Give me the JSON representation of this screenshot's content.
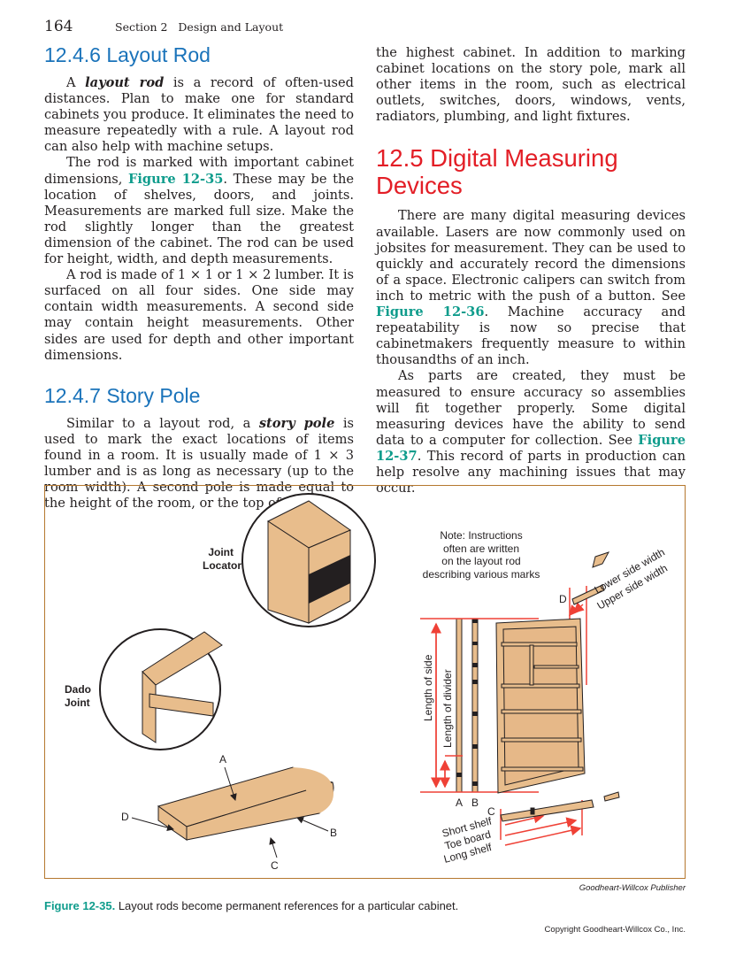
{
  "header": {
    "page_number": "164",
    "section": "Section 2   Design and Layout"
  },
  "left_column": [
    {
      "type": "heading",
      "text": "12.4.6 Layout Rod"
    },
    {
      "type": "para",
      "runs": [
        [
          "A ",
          ""
        ],
        [
          "layout rod",
          "term"
        ],
        [
          " is a record of often-used distances. Plan to make one for standard cabinets you produce. It eliminates the need to measure repeatedly with a rule. A layout rod can also help with machine setups.",
          ""
        ]
      ]
    },
    {
      "type": "para",
      "runs": [
        [
          "The rod is marked with important cabinet dimensions, ",
          ""
        ],
        [
          "Figure 12-35",
          "ref"
        ],
        [
          ". These may be the location of shelves, doors, and joints. Measurements are marked full size. Make the rod slightly longer than the greatest dimension of the cabinet. The rod can be used for height, width, and depth measurements.",
          ""
        ]
      ]
    },
    {
      "type": "para",
      "runs": [
        [
          "A rod is made of 1 × 1 or 1 × 2 lumber. It is surfaced on all four sides. One side may contain width measurements. A second side may contain height measurements. Other sides are used for depth and other important dimensions.",
          ""
        ]
      ]
    },
    {
      "type": "heading",
      "text": "12.4.7 Story Pole"
    },
    {
      "type": "para",
      "runs": [
        [
          "Similar to a layout rod, a ",
          ""
        ],
        [
          "story pole",
          "term"
        ],
        [
          " is used to mark the exact locations of items found in a room. It is usually made of 1 × 3 lumber and is as long as necessary (up to the room width). A second pole is made equal to the height of the room, or the top of",
          ""
        ]
      ]
    }
  ],
  "right_column": [
    {
      "type": "cont",
      "runs": [
        [
          "the highest cabinet. In addition to marking cabinet locations on the story pole, mark all other items in the room, such as electrical outlets, switches, doors, windows, vents, radiators, plumbing, and light fixtures.",
          ""
        ]
      ]
    },
    {
      "type": "major",
      "text": "12.5 Digital Measuring Devices"
    },
    {
      "type": "para",
      "runs": [
        [
          "There are many digital measuring devices available. Lasers are now commonly used on jobsites for measurement. They can be used to quickly and accurately record the dimensions of a space. Electronic calipers can switch from inch to metric with the push of a button. See ",
          ""
        ],
        [
          "Figure 12-36",
          "ref"
        ],
        [
          ". Machine accuracy and repeatability is now so precise that cabinetmakers frequently measure to within thousandths of an inch.",
          ""
        ]
      ]
    },
    {
      "type": "para",
      "runs": [
        [
          "As parts are created, they must be measured to ensure accuracy so assemblies will fit together properly. Some digital measuring devices have the ability to send data to a computer for collection. See ",
          ""
        ],
        [
          "Figure 12-37",
          "ref"
        ],
        [
          ". This record of parts in production can help resolve any machining issues that may occur.",
          ""
        ]
      ]
    }
  ],
  "figure": {
    "labels": {
      "joint_locator_1": "Joint",
      "joint_locator_2": "Locator",
      "dado_1": "Dado",
      "dado_2": "Joint",
      "a": "A",
      "b": "B",
      "c": "C",
      "d": "D",
      "note_1": "Note: Instructions",
      "note_2": "often are written",
      "note_3": "on the layout rod",
      "note_4": "describing various marks",
      "length_of_side": "Length of side",
      "length_of_divider": "Length of divider",
      "lower_side_width": "Lower side width",
      "upper_side_width": "Upper side width",
      "short_shelf": "Short shelf",
      "toe_board": "Toe board",
      "long_shelf": "Long shelf"
    },
    "colors": {
      "wood": "#e8bd8c",
      "dimension": "#ef4136",
      "border": "#b5782f"
    },
    "credit": "Goodheart-Willcox Publisher",
    "caption_label": "Figure 12-35.",
    "caption_text": "Layout rods become permanent references for a particular cabinet."
  },
  "footer": {
    "copyright": "Copyright Goodheart-Willcox Co., Inc."
  }
}
